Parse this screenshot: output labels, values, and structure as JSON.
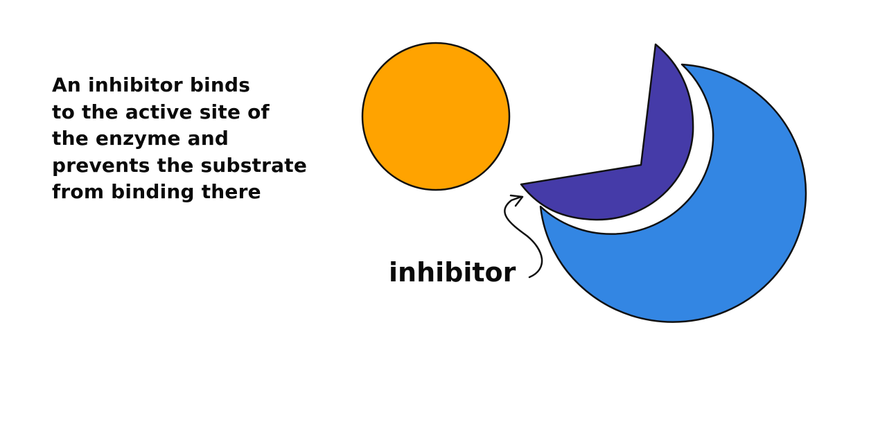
{
  "caption": {
    "lines": [
      "An inhibitor binds",
      "to the active site of",
      "the enzyme and",
      "prevents the substrate",
      "from binding there"
    ]
  },
  "labels": {
    "inhibitor": "inhibitor"
  },
  "colors": {
    "substrate": "#FFA300",
    "enzyme": "#3386E3",
    "inhibitor": "#453BA8",
    "outline": "#111111",
    "text": "#0a0a0a",
    "background": "#ffffff"
  }
}
